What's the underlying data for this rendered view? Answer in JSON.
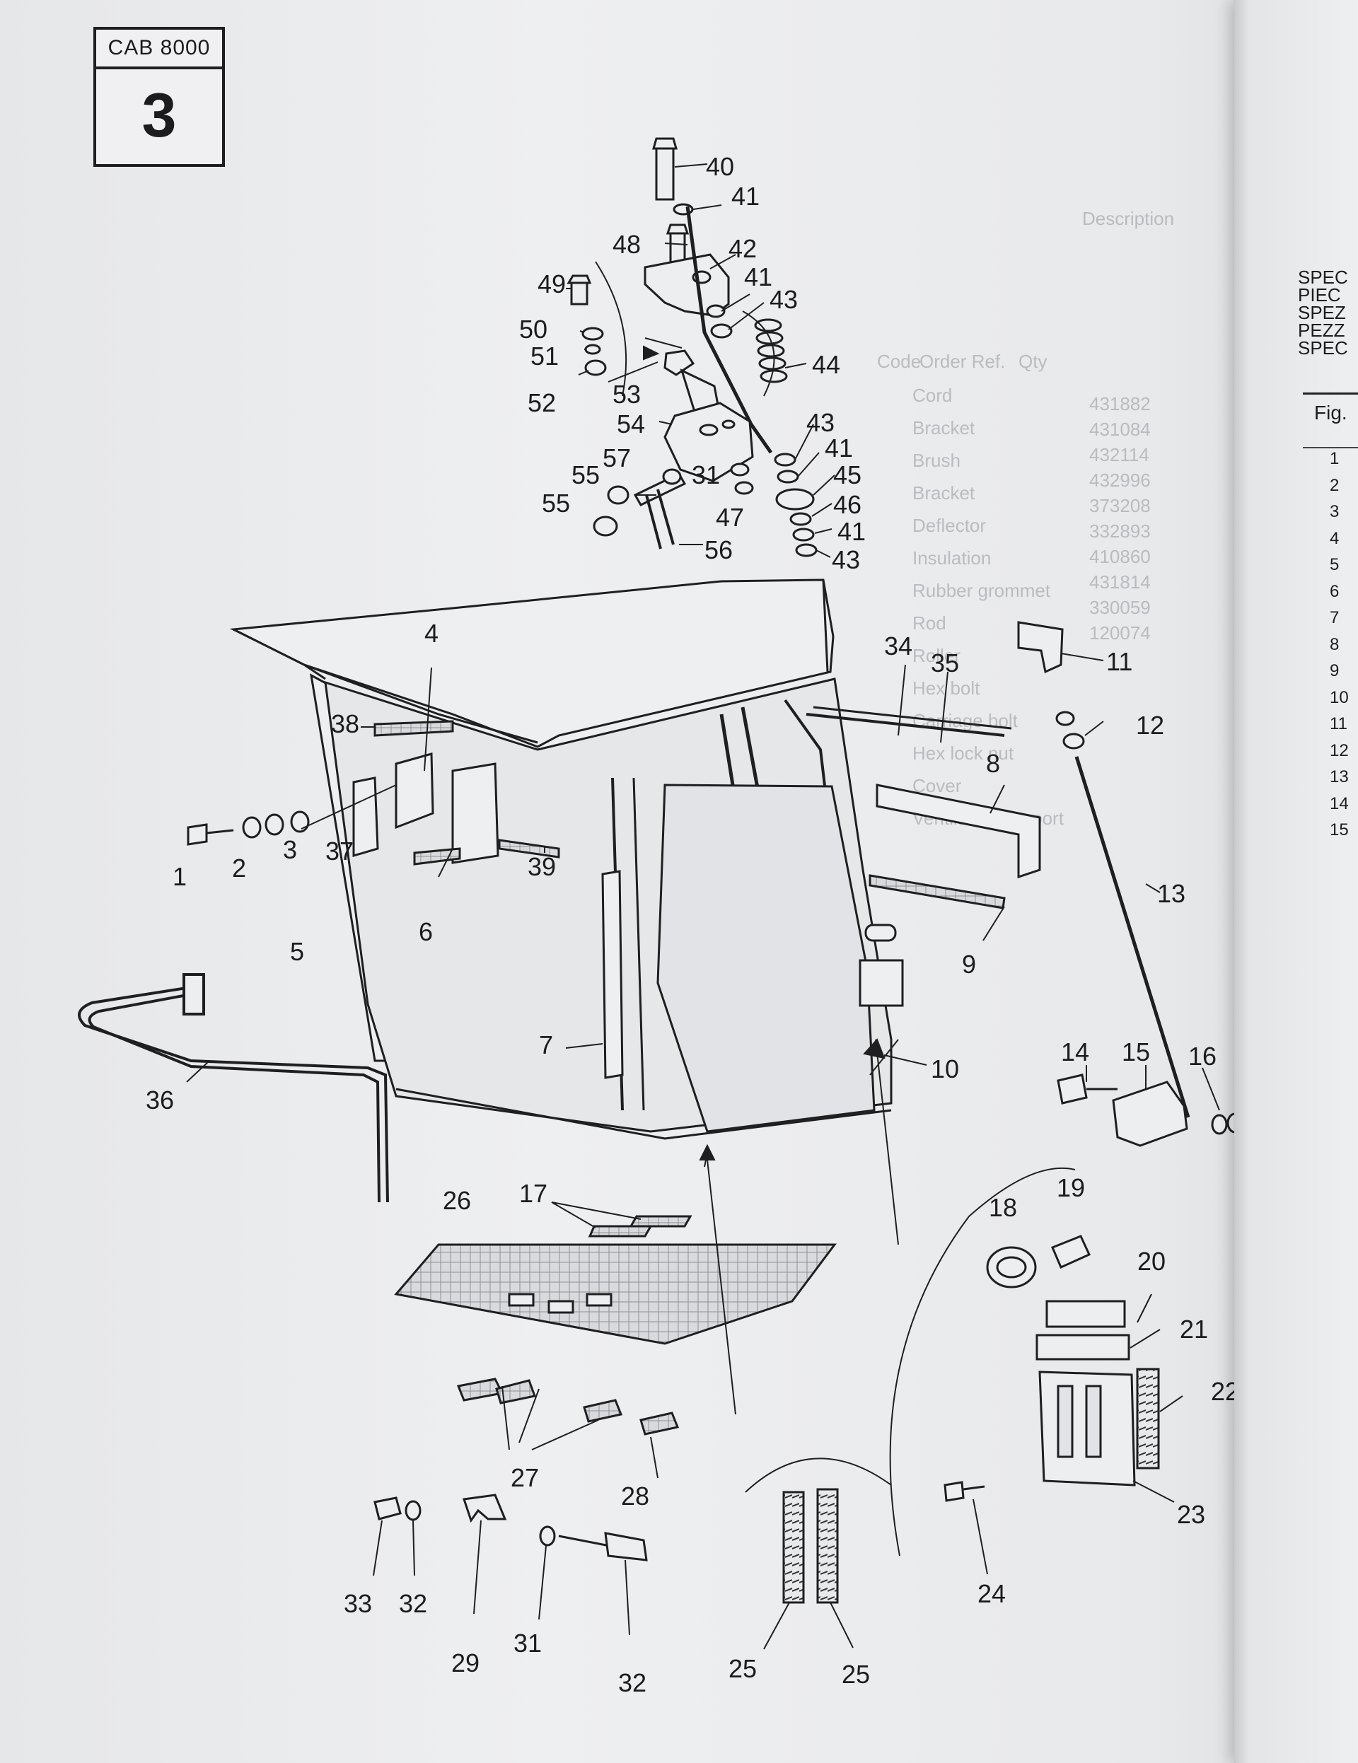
{
  "figure": {
    "model": "CAB 8000",
    "number": "3"
  },
  "right_page": {
    "header_lines": [
      "SPEC",
      "PIEC",
      "SPEZ",
      "PEZZ",
      "SPEC"
    ],
    "fig_label": "Fig.",
    "index_numbers": [
      "1",
      "2",
      "3",
      "4",
      "5",
      "6",
      "7",
      "8",
      "9",
      "10",
      "11",
      "12",
      "13",
      "14",
      "15"
    ]
  },
  "callouts": [
    {
      "id": "c40a",
      "label": "40"
    },
    {
      "id": "c41a",
      "label": "41"
    },
    {
      "id": "c48",
      "label": "48"
    },
    {
      "id": "c42",
      "label": "42"
    },
    {
      "id": "c49",
      "label": "49"
    },
    {
      "id": "c41b",
      "label": "41"
    },
    {
      "id": "c43a",
      "label": "43"
    },
    {
      "id": "c50",
      "label": "50"
    },
    {
      "id": "c44",
      "label": "44"
    },
    {
      "id": "c51",
      "label": "51"
    },
    {
      "id": "c52",
      "label": "52"
    },
    {
      "id": "c53",
      "label": "53"
    },
    {
      "id": "c54",
      "label": "54"
    },
    {
      "id": "c43b",
      "label": "43"
    },
    {
      "id": "c41c",
      "label": "41"
    },
    {
      "id": "c57",
      "label": "57"
    },
    {
      "id": "c55a",
      "label": "55"
    },
    {
      "id": "c31a",
      "label": "31"
    },
    {
      "id": "c45",
      "label": "45"
    },
    {
      "id": "c55b",
      "label": "55"
    },
    {
      "id": "c46",
      "label": "46"
    },
    {
      "id": "c47",
      "label": "47"
    },
    {
      "id": "c41d",
      "label": "41"
    },
    {
      "id": "c56",
      "label": "56"
    },
    {
      "id": "c43c",
      "label": "43"
    },
    {
      "id": "c4",
      "label": "4"
    },
    {
      "id": "c34",
      "label": "34"
    },
    {
      "id": "c35",
      "label": "35"
    },
    {
      "id": "c11",
      "label": "11"
    },
    {
      "id": "c38",
      "label": "38"
    },
    {
      "id": "c12a",
      "label": "12"
    },
    {
      "id": "c8",
      "label": "8"
    },
    {
      "id": "c1",
      "label": "1"
    },
    {
      "id": "c2",
      "label": "2"
    },
    {
      "id": "c3",
      "label": "3"
    },
    {
      "id": "c37",
      "label": "37"
    },
    {
      "id": "c39",
      "label": "39"
    },
    {
      "id": "c13",
      "label": "13"
    },
    {
      "id": "c6",
      "label": "6"
    },
    {
      "id": "c9",
      "label": "9"
    },
    {
      "id": "c5",
      "label": "5"
    },
    {
      "id": "c7",
      "label": "7"
    },
    {
      "id": "c14",
      "label": "14"
    },
    {
      "id": "c15",
      "label": "15"
    },
    {
      "id": "c16",
      "label": "16"
    },
    {
      "id": "c12b",
      "label": "12"
    },
    {
      "id": "c10",
      "label": "10"
    },
    {
      "id": "c36",
      "label": "36"
    },
    {
      "id": "c26",
      "label": "26"
    },
    {
      "id": "c17",
      "label": "17"
    },
    {
      "id": "c18",
      "label": "18"
    },
    {
      "id": "c19",
      "label": "19"
    },
    {
      "id": "c20",
      "label": "20"
    },
    {
      "id": "c21",
      "label": "21"
    },
    {
      "id": "c22",
      "label": "22"
    },
    {
      "id": "c27",
      "label": "27"
    },
    {
      "id": "c28",
      "label": "28"
    },
    {
      "id": "c23",
      "label": "23"
    },
    {
      "id": "c33",
      "label": "33"
    },
    {
      "id": "c32a",
      "label": "32"
    },
    {
      "id": "c24",
      "label": "24"
    },
    {
      "id": "c29",
      "label": "29"
    },
    {
      "id": "c31b",
      "label": "31"
    },
    {
      "id": "c25a",
      "label": "25"
    },
    {
      "id": "c25b",
      "label": "25"
    },
    {
      "id": "c32b",
      "label": "32"
    }
  ],
  "show_through": {
    "codes": [
      "431882",
      "431084",
      "432114",
      "432996",
      "373208",
      "332893",
      "410860",
      "431814",
      "330059",
      "120074"
    ],
    "descriptions": [
      "Cord",
      "Bracket",
      "Brush",
      "Bracket",
      "Deflector",
      "Insulation",
      "Rubber grommet",
      "Rod",
      "Roller",
      "Hex bolt",
      "Carriage bolt",
      "Hex lock nut",
      "Cover",
      "Ventilation support"
    ],
    "headers": [
      "Description",
      "Order Ref.",
      "Qty",
      "Code"
    ]
  }
}
